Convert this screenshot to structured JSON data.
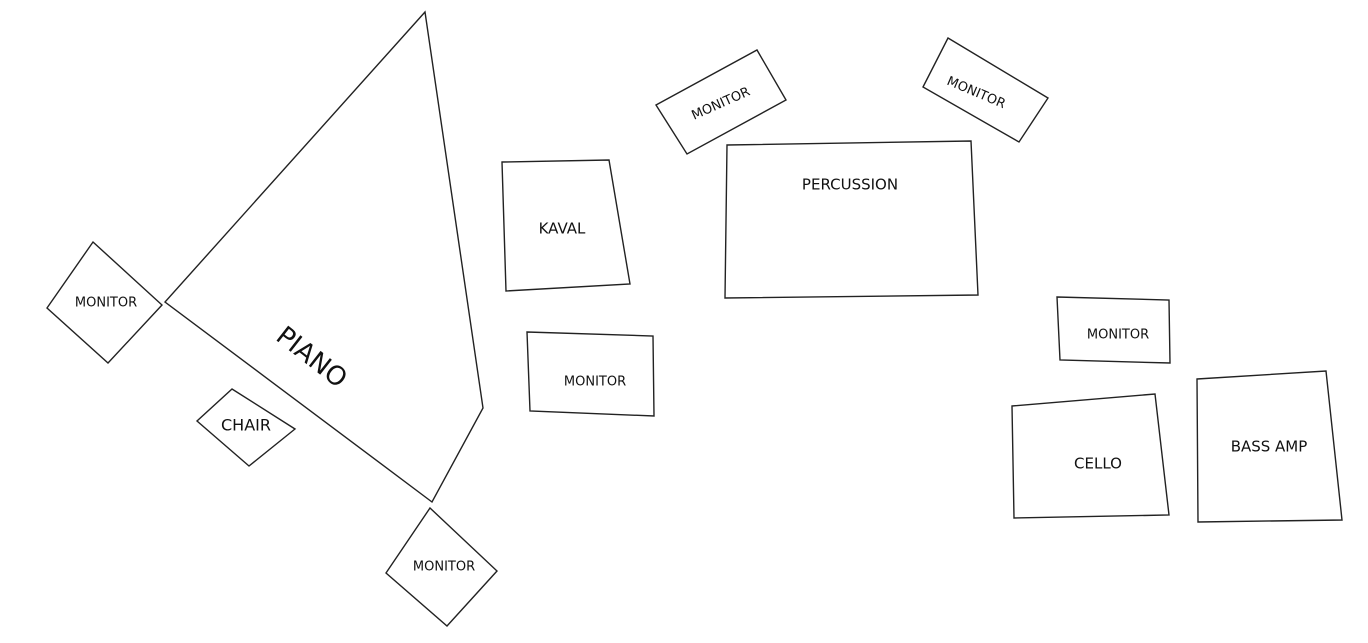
{
  "stage": {
    "items": {
      "piano": {
        "label": "PIANO"
      },
      "chair": {
        "label": "CHAIR"
      },
      "monitor_left": {
        "label": "MONITOR"
      },
      "monitor_bottom": {
        "label": "MONITOR"
      },
      "kaval": {
        "label": "KAVAL"
      },
      "monitor_center": {
        "label": "MONITOR"
      },
      "monitor_top_left": {
        "label": "MONITOR"
      },
      "monitor_top_right": {
        "label": "MONITOR"
      },
      "percussion": {
        "label": "PERCUSSION"
      },
      "monitor_right": {
        "label": "MONITOR"
      },
      "cello": {
        "label": "CELLO"
      },
      "bass_amp": {
        "label": "BASS AMP"
      }
    }
  }
}
